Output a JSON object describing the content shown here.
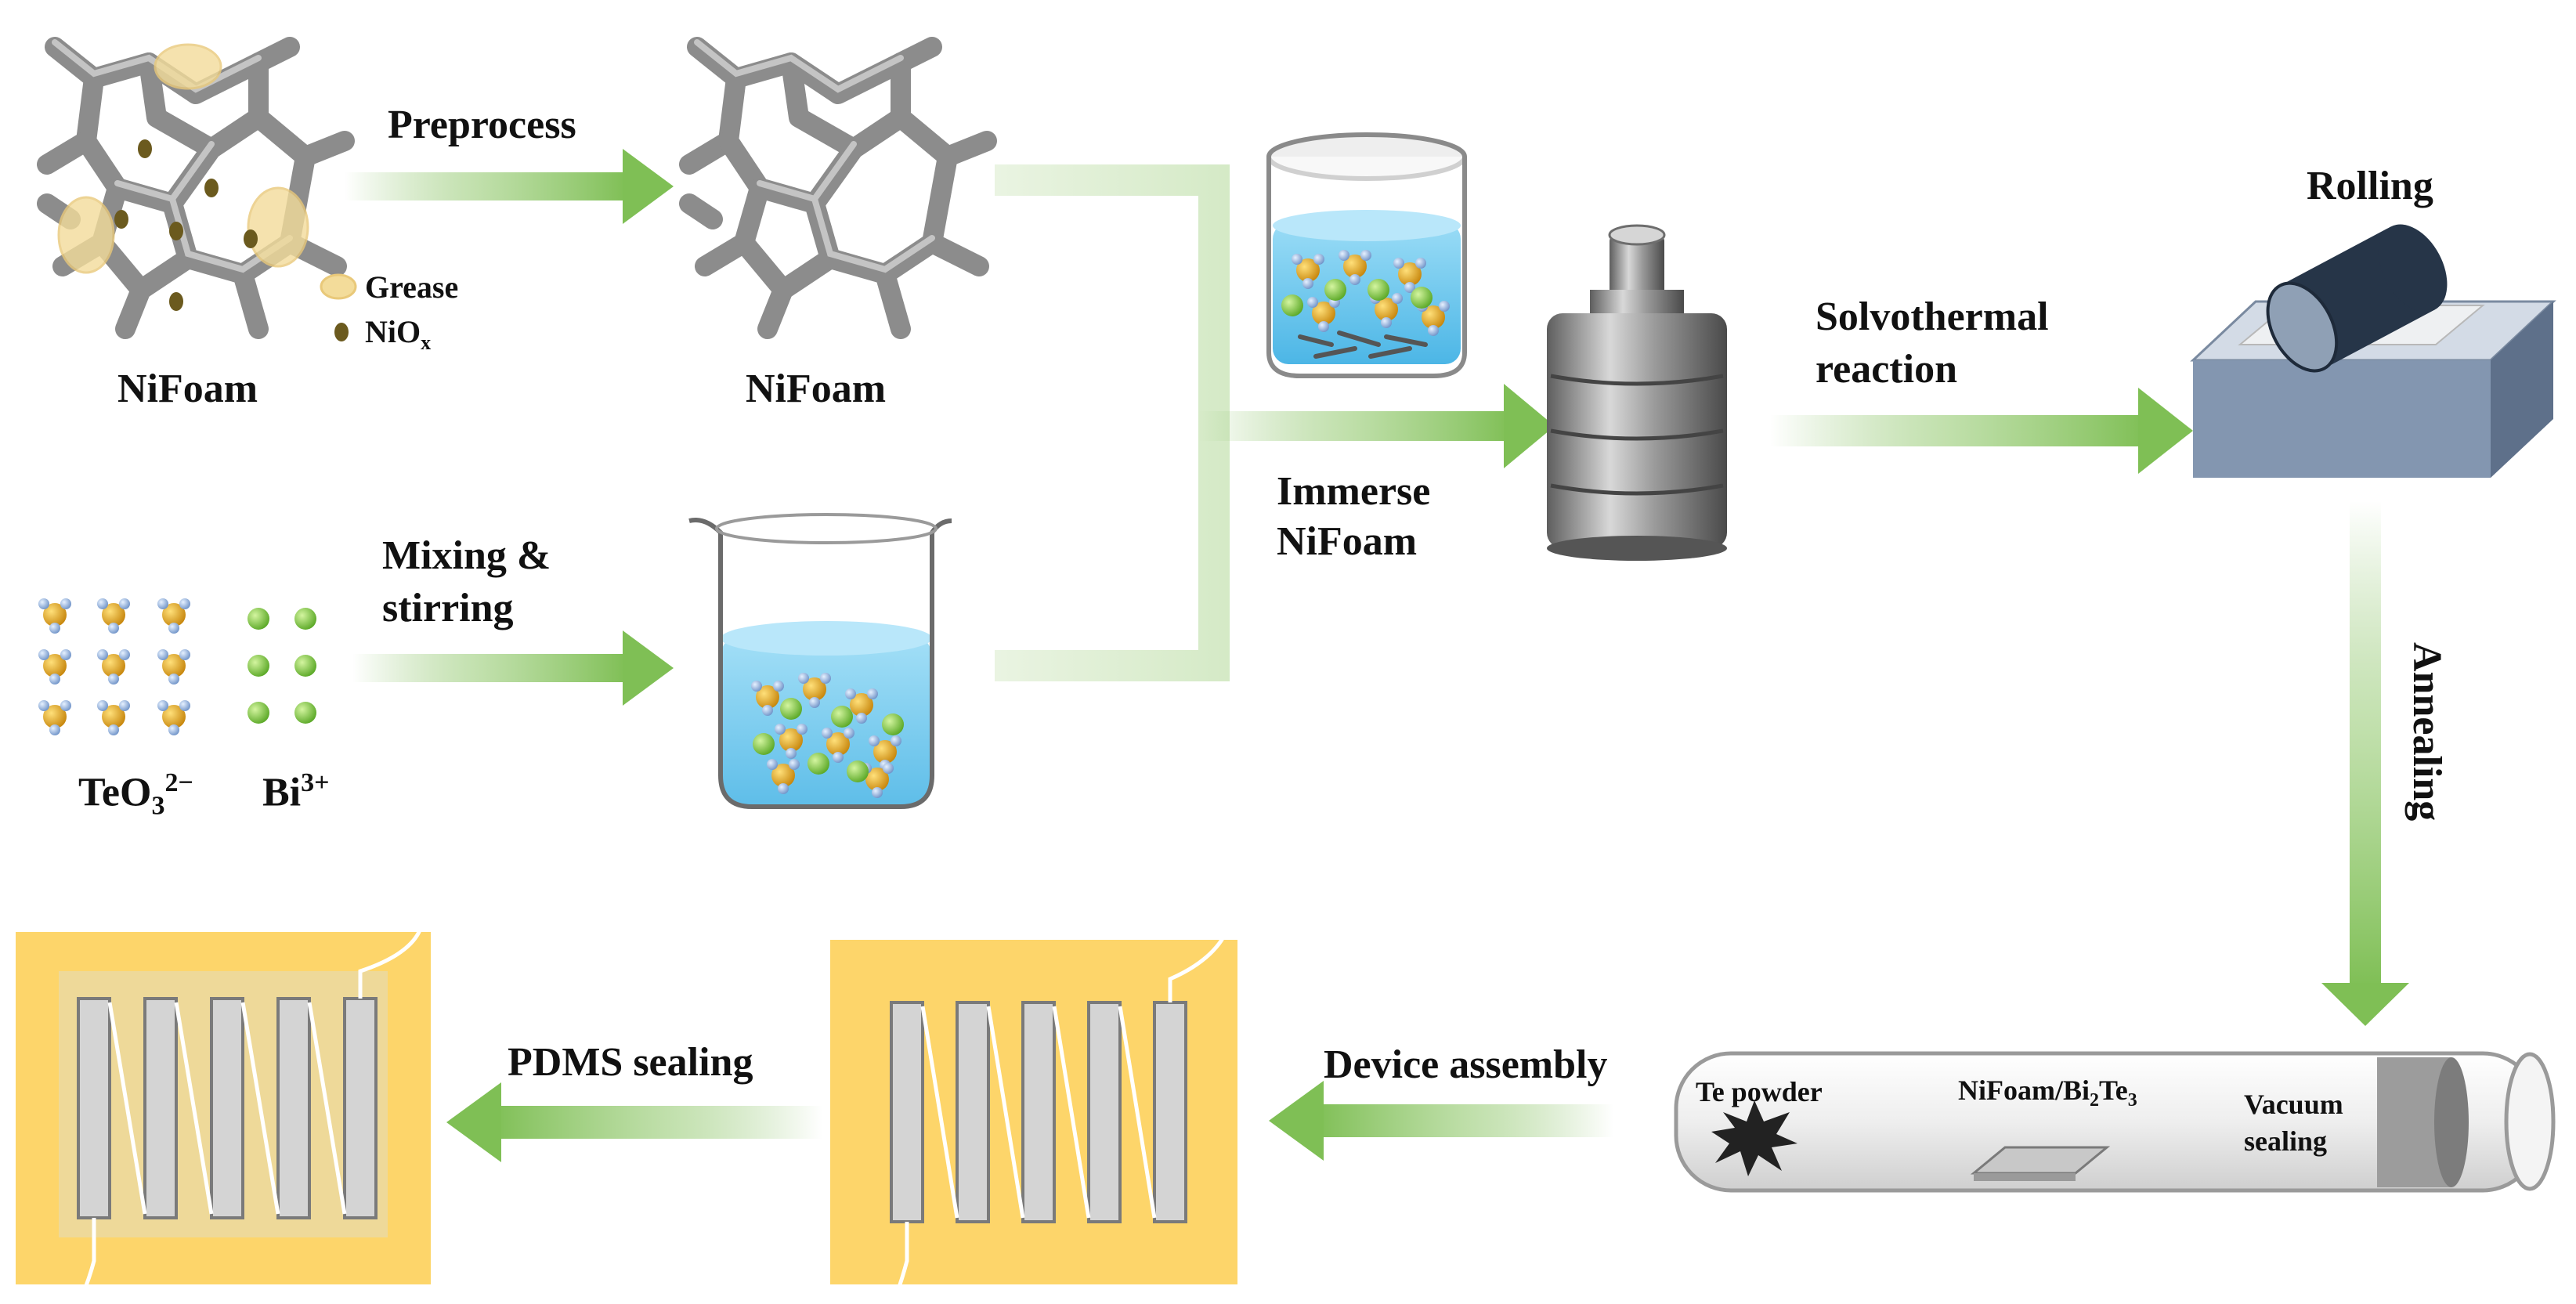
{
  "labels": {
    "preprocess": "Preprocess",
    "nifoam_raw": "NiFoam",
    "nifoam_clean": "NiFoam",
    "legend_grease": "Grease",
    "legend_niox_main": "NiO",
    "legend_niox_sub": "x",
    "mixing_line1": "Mixing &",
    "mixing_line2": "stirring",
    "teo_main": "TeO",
    "teo_sub": "3",
    "teo_sup": "2−",
    "bi_main": "Bi",
    "bi_sup": "3+",
    "immerse_line1": "Immerse",
    "immerse_line2": "NiFoam",
    "solvo_line1": "Solvothermal",
    "solvo_line2": "reaction",
    "rolling": "Rolling",
    "annealing": "Annealing",
    "te_powder": "Te powder",
    "product_main": "NiFoam/Bi",
    "product_sub1": "2",
    "product_mid": "Te",
    "product_sub2": "3",
    "vacuum_line1": "Vacuum",
    "vacuum_line2": "sealing",
    "device_assembly": "Device assembly",
    "pdms_sealing": "PDMS sealing"
  },
  "colors": {
    "arrow_green": "#8cc26a",
    "foam_gray": "#8f8f8f",
    "grease": "#f3dc9a",
    "niox": "#6b5a1e",
    "liquid": "#6cc8ee",
    "te_particle": "#e0a21b",
    "bi_particle": "#7cc83a",
    "substrate_yellow": "#fdd56a",
    "block_blue": "#8396b0",
    "roller_dark": "#263548"
  }
}
